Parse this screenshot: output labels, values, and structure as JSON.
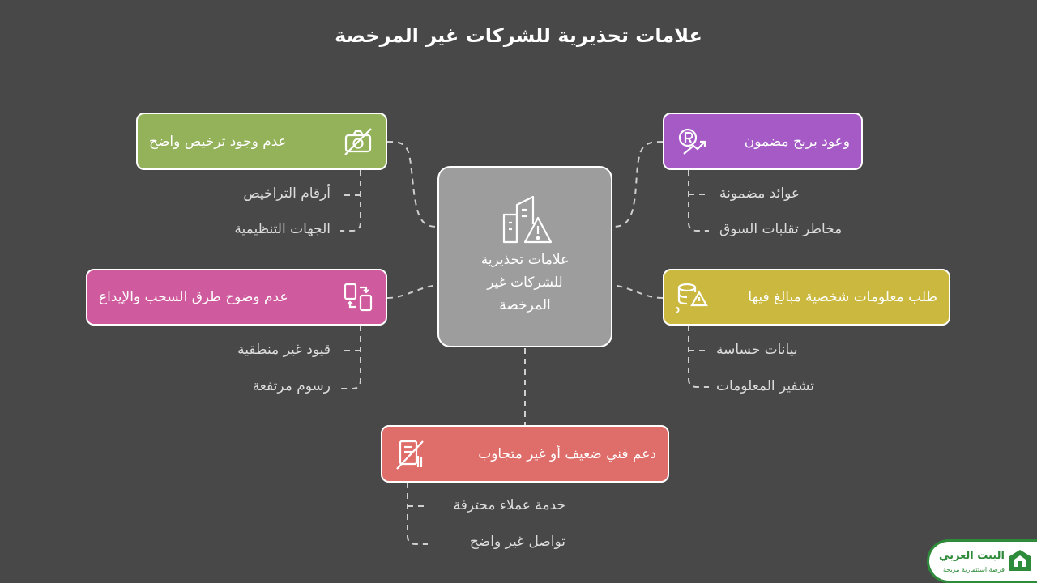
{
  "title": "علامات تحذيرية للشركات غير المرخصة",
  "center": {
    "text_lines": [
      "علامات تحذيرية",
      "للشركات غير",
      "المرخصة"
    ]
  },
  "nodes": [
    {
      "id": "no-license",
      "label": "عدم وجود ترخيص واضح",
      "color": "#93b25a",
      "icon": "no-camera-icon",
      "subs": [
        "أرقام التراخيص",
        "الجهات التنظيمية"
      ]
    },
    {
      "id": "guaranteed-profit",
      "label": "وعود بربح مضمون",
      "color": "#a65ac6",
      "icon": "registered-trend-icon",
      "subs": [
        "عوائد مضمونة",
        "مخاطر تقلبات السوق"
      ]
    },
    {
      "id": "withdrawal",
      "label": "عدم وضوح طرق السحب والإيداع",
      "color": "#cf5a9d",
      "icon": "transfer-devices-icon",
      "subs": [
        "قيود غير منطقية",
        "رسوم مرتفعة"
      ]
    },
    {
      "id": "personal-info",
      "label": "طلب معلومات شخصية مبالغ فيها",
      "color": "#cbb83f",
      "icon": "database-warning-icon",
      "subs": [
        "بيانات حساسة",
        "تشفير المعلومات"
      ]
    },
    {
      "id": "support",
      "label": "دعم فني ضعيف أو غير متجاوب",
      "color": "#df6e6b",
      "icon": "no-document-icon",
      "subs": [
        "خدمة عملاء محترفة",
        "تواصل غير واضح"
      ]
    }
  ],
  "logo": {
    "name": "البيت العربي",
    "tagline": "فرصة استثمارية مربحة",
    "color": "#2e8b3a"
  }
}
